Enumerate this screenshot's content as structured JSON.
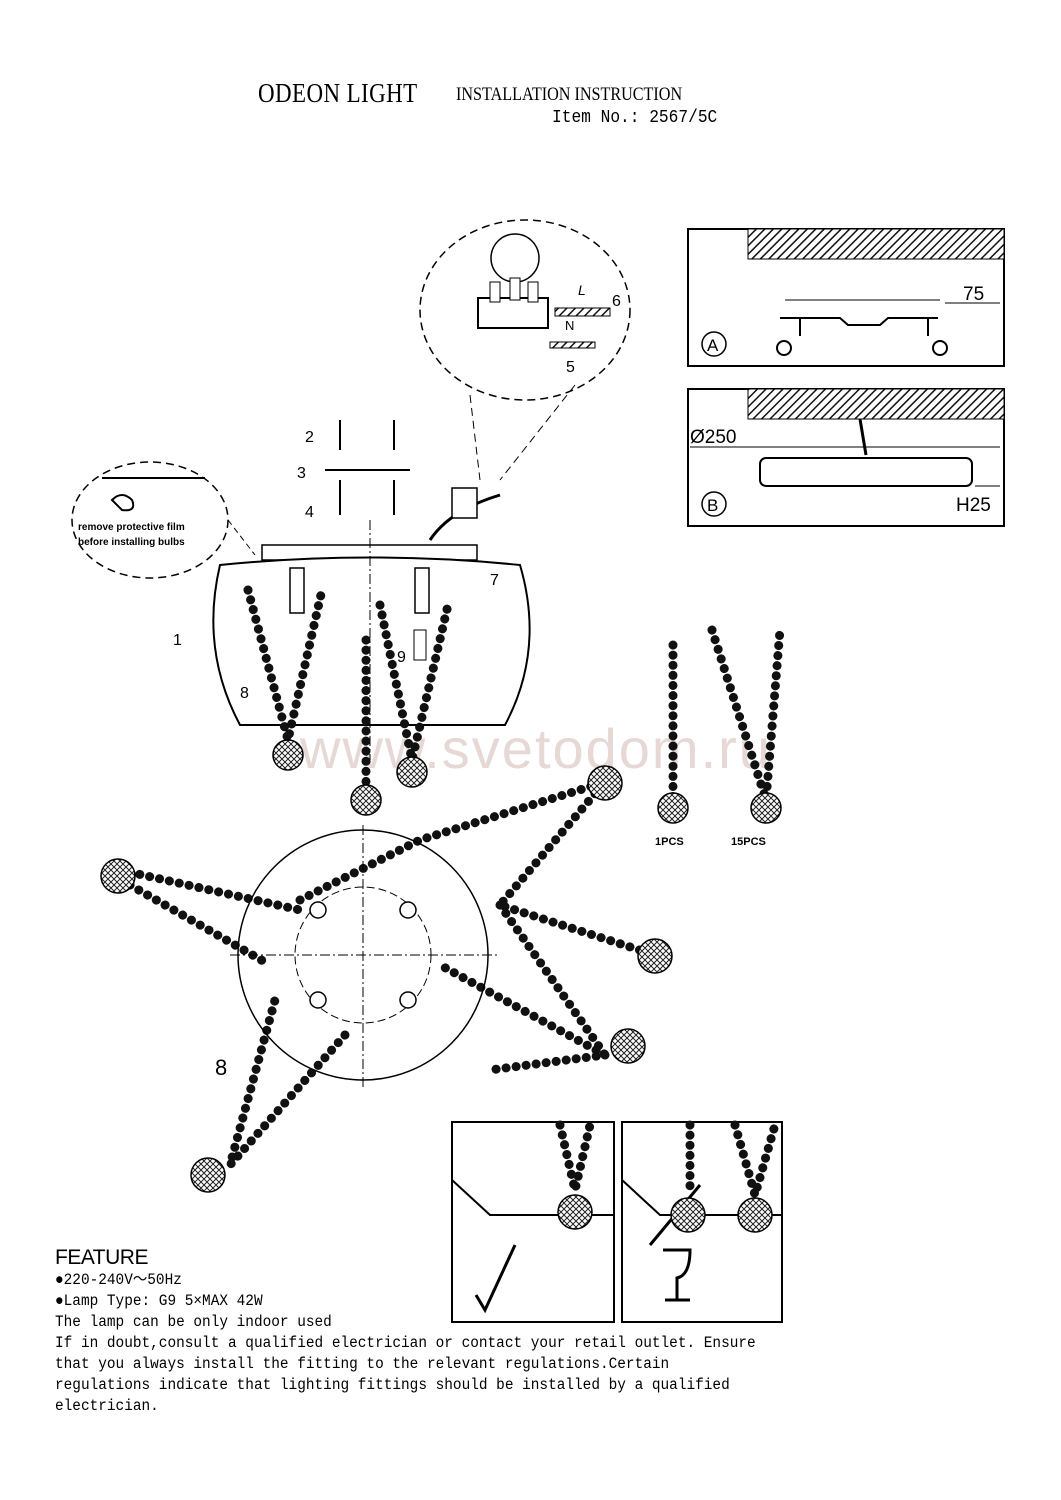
{
  "header": {
    "brand": "ODEON LIGHT",
    "title": "INSTALLATION INSTRUCTION",
    "item_no": "Item No.: 2567/5C"
  },
  "diagram": {
    "steps": [
      "1",
      "2",
      "3",
      "4",
      "5",
      "6",
      "7",
      "8",
      "9"
    ],
    "wire_labels": {
      "live": "L",
      "neutral": "N"
    },
    "film_note_1": "remove protective film",
    "film_note_2": "before installing bulbs",
    "panel_a": {
      "label": "A",
      "dimension": "75"
    },
    "panel_b": {
      "label": "B",
      "diameter": "Ø250",
      "height": "H25"
    },
    "pendant_single": "1PCS",
    "pendant_double": "15PCS",
    "watermark": "www.svetodom.ru"
  },
  "feature": {
    "title": "FEATURE",
    "lines": [
      "●220-240V～50Hz",
      "●Lamp Type: G9 5×MAX 42W",
      "The lamp can be only indoor used",
      "If in doubt,consult a qualified electrician or contact your retail outlet. Ensure",
      "that you always install the fitting to the relevant regulations.Certain",
      "regulations indicate that lighting fittings should be installed by a qualified",
      "electrician."
    ]
  }
}
